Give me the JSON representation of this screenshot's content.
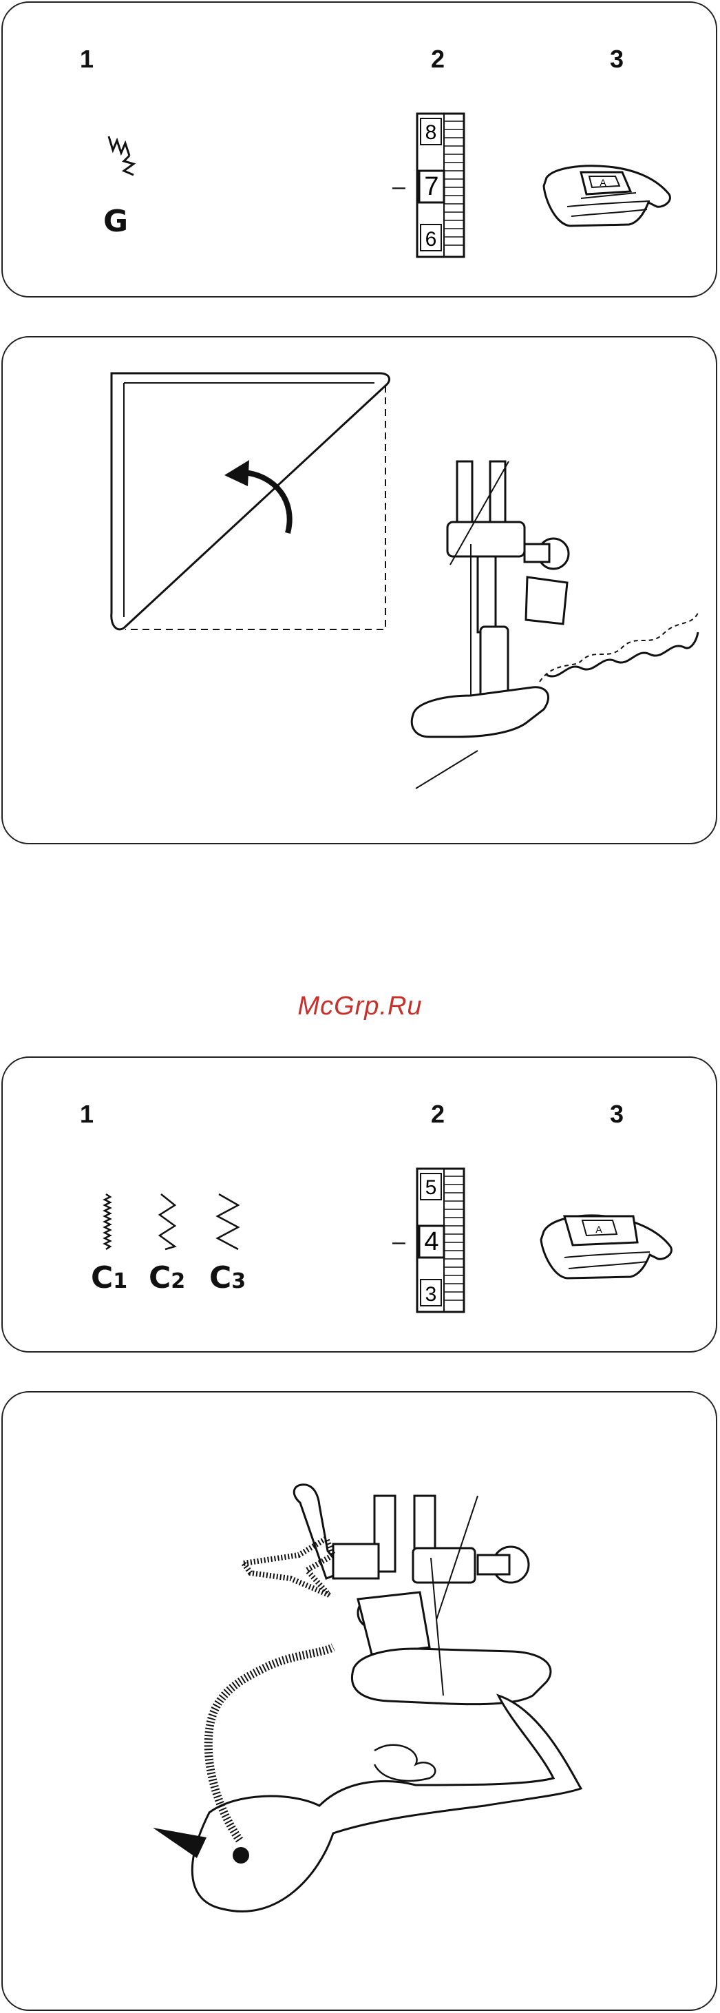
{
  "panel1": {
    "step_1": "1",
    "step_2": "2",
    "step_3": "3",
    "stitch_label": "G",
    "dial_values": [
      "8",
      "7",
      "6"
    ],
    "dial_marker": "–"
  },
  "panel2": {},
  "watermark": "McGrp.Ru",
  "panel3": {
    "step_1": "1",
    "step_2": "2",
    "step_3": "3",
    "stitch_labels": [
      {
        "letter": "C",
        "sub": "1"
      },
      {
        "letter": "C",
        "sub": "2"
      },
      {
        "letter": "C",
        "sub": "3"
      }
    ],
    "dial_values": [
      "5",
      "4",
      "3"
    ],
    "dial_marker": "–"
  },
  "panel4": {}
}
